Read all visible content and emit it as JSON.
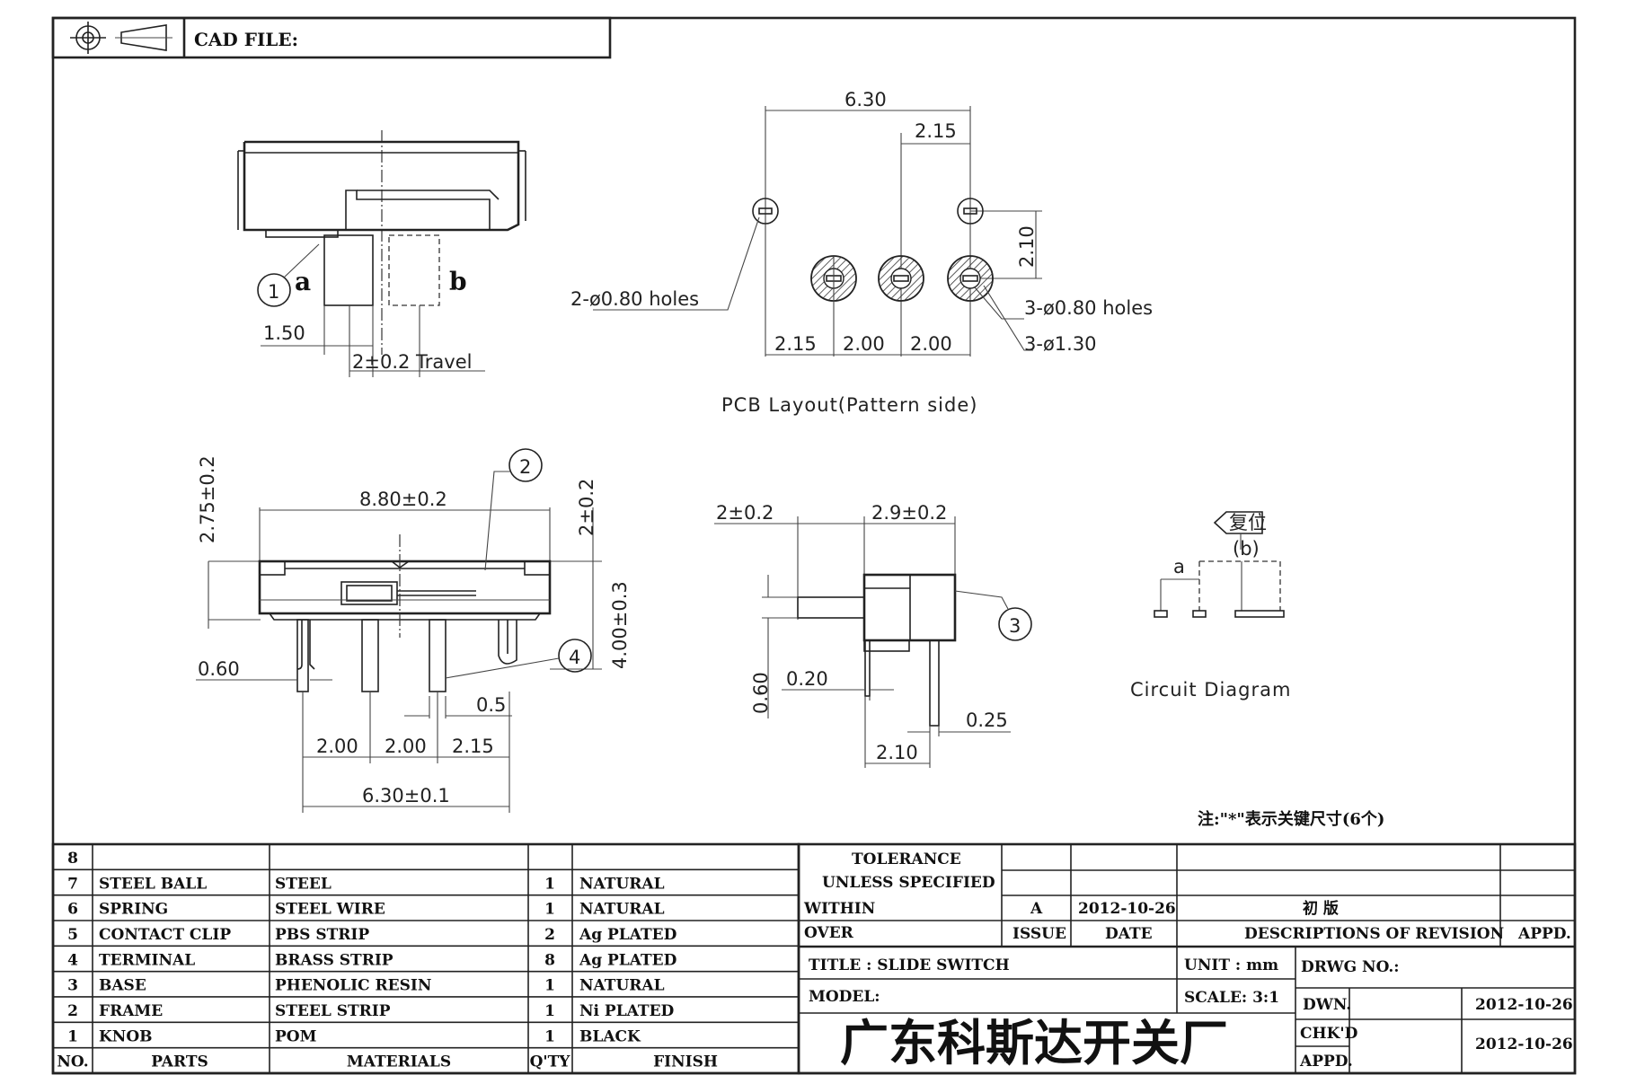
{
  "header": {
    "cad_file_label": "CAD FILE:"
  },
  "side_view": {
    "label_a": "a",
    "label_b": "b",
    "callout_1": "1",
    "dim_150": "1.50",
    "dim_travel": "2±0.2 Travel"
  },
  "pcb_layout": {
    "dim_630": "6.30",
    "dim_215_top": "2.15",
    "dim_210": "2.10",
    "holes_left": "2-ø0.80 holes",
    "holes_right_1": "3-ø0.80 holes",
    "holes_right_2": "3-ø1.30",
    "dim_bottom_1": "2.15",
    "dim_bottom_2": "2.00",
    "dim_bottom_3": "2.00",
    "caption": "PCB Layout(Pattern side)"
  },
  "front_view": {
    "dim_275": "2.75±0.2",
    "dim_880": "8.80±0.2",
    "dim_2_right": "2±0.2",
    "dim_400": "4.00±0.3",
    "dim_060": "0.60",
    "dim_05": "0.5",
    "dim_200a": "2.00",
    "dim_200b": "2.00",
    "dim_215": "2.15",
    "dim_630": "6.30±0.1",
    "callout_2": "2",
    "callout_4": "4"
  },
  "end_view": {
    "dim_2": "2±0.2",
    "dim_29": "2.9±0.2",
    "dim_060": "0.60",
    "dim_020": "0.20",
    "dim_025": "0.25",
    "dim_210": "2.10",
    "callout_3": "3"
  },
  "circuit": {
    "tag": "复位",
    "label_b": "(b)",
    "label_a": "a",
    "caption": "Circuit Diagram"
  },
  "note": "注:\"*\"表示关键尺寸(6个)",
  "bom": {
    "rows": [
      {
        "no": "8",
        "part": "",
        "material": "",
        "qty": "",
        "finish": ""
      },
      {
        "no": "7",
        "part": "STEEL BALL",
        "material": "STEEL",
        "qty": "1",
        "finish": "NATURAL"
      },
      {
        "no": "6",
        "part": "SPRING",
        "material": "STEEL WIRE",
        "qty": "1",
        "finish": "NATURAL"
      },
      {
        "no": "5",
        "part": "CONTACT CLIP",
        "material": "PBS STRIP",
        "qty": "2",
        "finish": "Ag PLATED"
      },
      {
        "no": "4",
        "part": "TERMINAL",
        "material": "BRASS STRIP",
        "qty": "8",
        "finish": "Ag PLATED"
      },
      {
        "no": "3",
        "part": "BASE",
        "material": "PHENOLIC RESIN",
        "qty": "1",
        "finish": "NATURAL"
      },
      {
        "no": "2",
        "part": "FRAME",
        "material": "STEEL STRIP",
        "qty": "1",
        "finish": "Ni PLATED"
      },
      {
        "no": "1",
        "part": "KNOB",
        "material": "POM",
        "qty": "1",
        "finish": "BLACK"
      }
    ],
    "headers": {
      "no": "NO.",
      "parts": "PARTS",
      "materials": "MATERIALS",
      "qty": "Q'TY",
      "finish": "FINISH"
    }
  },
  "title_block": {
    "tolerance": "TOLERANCE",
    "unless": "UNLESS  SPECIFIED",
    "within": "WITHIN",
    "over": "OVER",
    "rev_issue": "A",
    "rev_date": "2012-10-26",
    "rev_desc": "初 版",
    "issue_label": "ISSUE",
    "date_label": "DATE",
    "desc_label": "DESCRIPTIONS OF REVISION",
    "appd_label": "APPD.",
    "title": "TITLE : SLIDE SWITCH",
    "unit": "UNIT :  mm",
    "drwg_no": "DRWG NO.:",
    "model": "MODEL:",
    "scale": "SCALE:  3:1",
    "dwn": "DWN.",
    "dwn_date": "2012-10-26",
    "chkd": "CHK'D",
    "chkd_date": "2012-10-26",
    "appd": "APPD.",
    "company": "广东科斯达开关厂"
  }
}
